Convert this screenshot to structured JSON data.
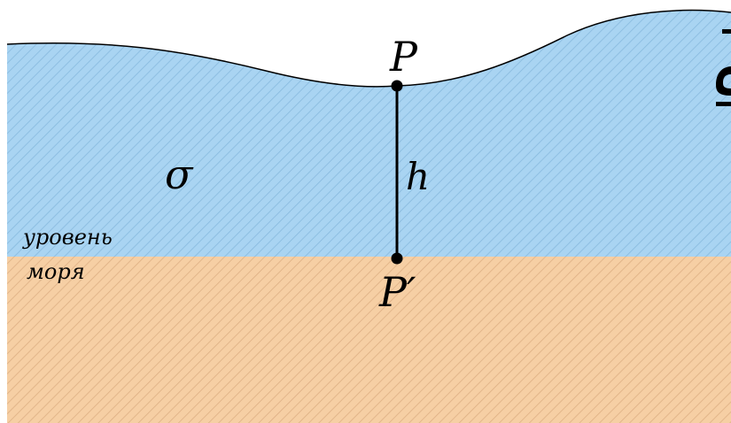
{
  "labels": {
    "top_point": "P",
    "bottom_point": "P′",
    "height": "h",
    "density": "σ",
    "sea_level_line1": "уровень",
    "sea_level_line2": "моря"
  },
  "colors": {
    "rock_layer": "#a9d4f2",
    "rock_hatch": "#7fb2d8",
    "ground": "#f6cfa4",
    "ground_hatch": "#d7a97b",
    "outline": "#000000"
  }
}
